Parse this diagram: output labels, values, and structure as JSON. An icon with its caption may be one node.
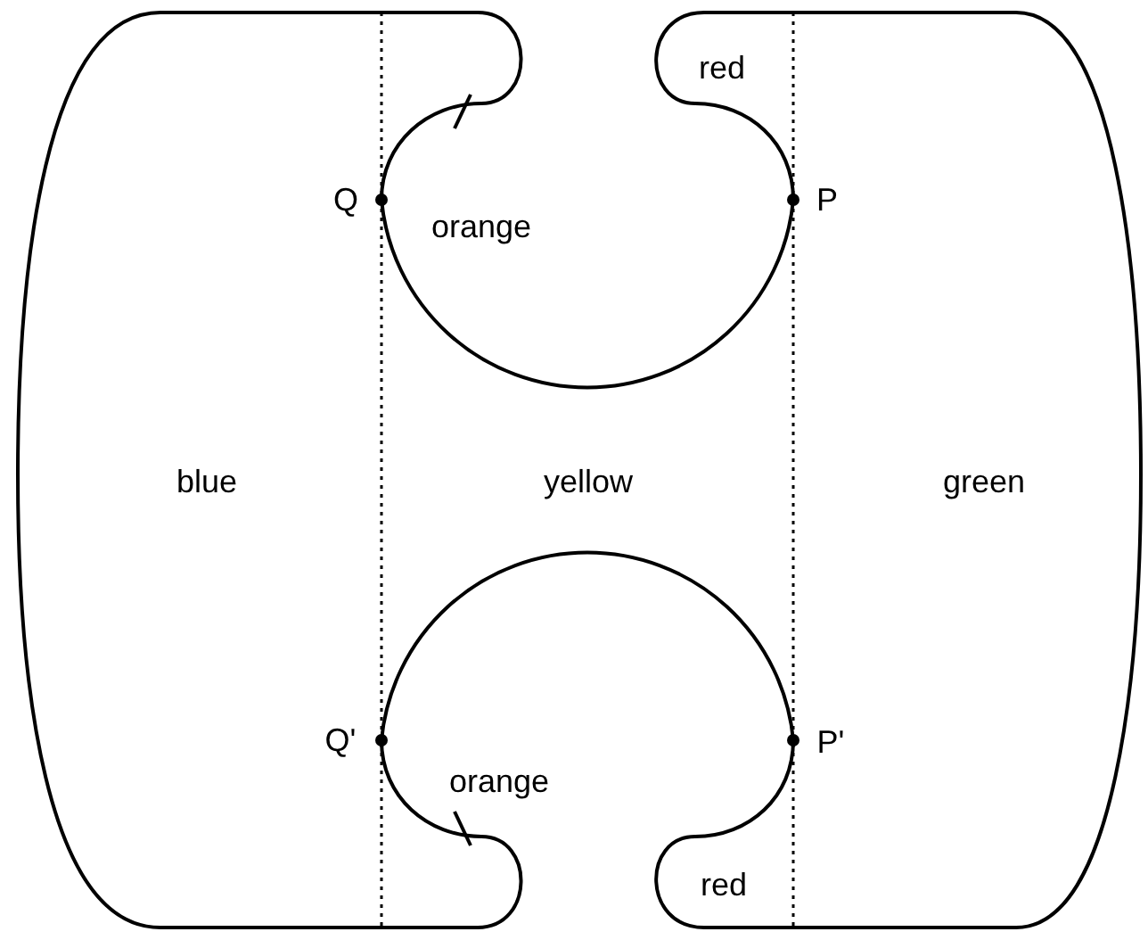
{
  "diagram": {
    "labels": [
      "red",
      "orange",
      "Q",
      "P",
      "blue",
      "yellow",
      "green",
      "Q'",
      "P'",
      "orange",
      "red"
    ]
  }
}
